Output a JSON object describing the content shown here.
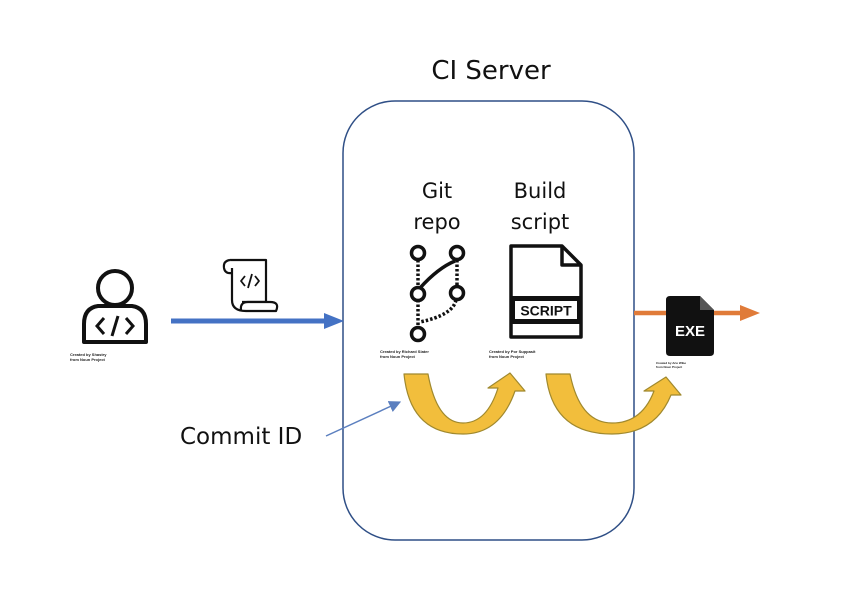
{
  "title": "CI Server",
  "stages": {
    "git": {
      "line1": "Git",
      "line2": "repo"
    },
    "build": {
      "line1": "Build",
      "line2": "script"
    }
  },
  "commit_label": "Commit ID",
  "script_badge": "SCRIPT",
  "exe_badge": "EXE",
  "credits": {
    "developer": {
      "line1": "Created by Shastry",
      "line2": "from Noun Project"
    },
    "git": {
      "line1": "Created by Richard Slater",
      "line2": "from Noun Project"
    },
    "build": {
      "line1": "Created by Por Suppasit",
      "line2": "from Noun Project"
    },
    "exe": {
      "line1": "Created by Arie Wibe",
      "line2": "from Noun Project"
    }
  },
  "colors": {
    "box_stroke": "#2f4f86",
    "input_arrow": "#4472c4",
    "output_arrow": "#e07b39",
    "curved_arrow_fill": "#f2be3c",
    "curved_arrow_stroke": "#a0892e",
    "commit_pointer": "#5b7fbf"
  }
}
